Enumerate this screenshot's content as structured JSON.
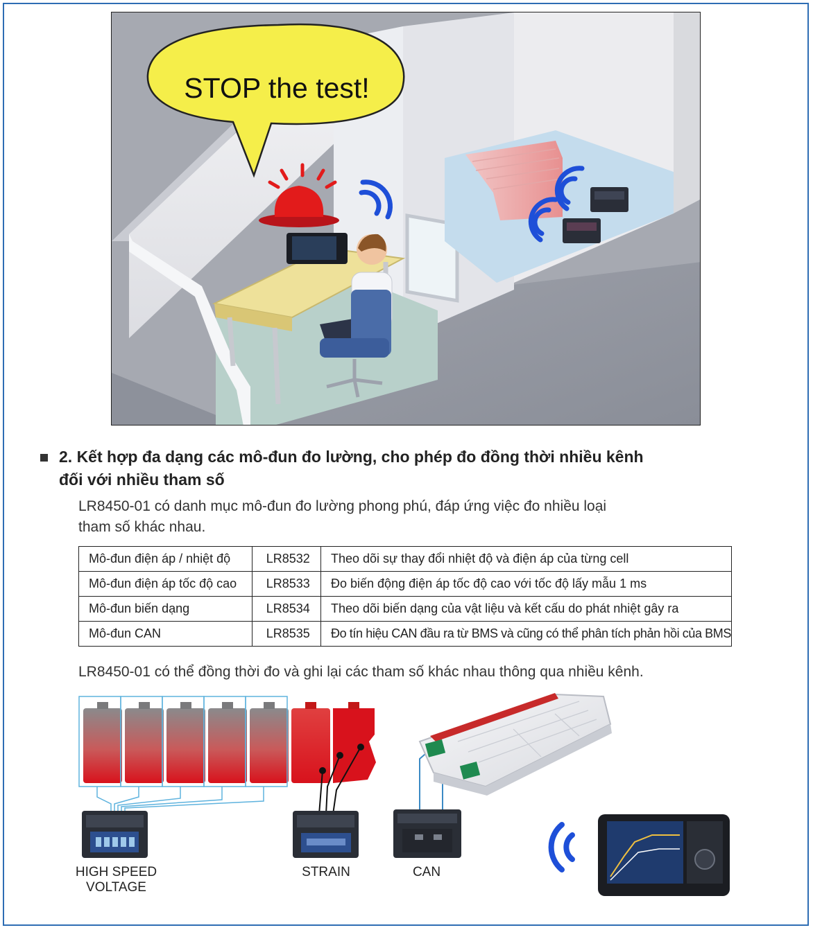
{
  "illustration": {
    "speech_bubble_text": "STOP the test!"
  },
  "section": {
    "heading_line1": "2. Kết hợp đa dạng các mô-đun đo lường, cho phép đo đồng thời nhiều kênh",
    "heading_line2": "đối với nhiều tham số",
    "intro_line1": "LR8450-01 có danh mục mô-đun đo lường phong phú, đáp ứng việc đo nhiều loại",
    "intro_line2": "tham số khác nhau.",
    "outro": "LR8450-01 có thể đồng thời đo và ghi lại các tham số khác nhau thông qua nhiều kênh."
  },
  "modules_table": {
    "rows": [
      {
        "name": "Mô-đun điện áp / nhiệt độ",
        "model": "LR8532",
        "description": "Theo dõi sự thay đổi nhiệt độ và điện áp của từng cell"
      },
      {
        "name": "Mô-đun điện áp tốc độ cao",
        "model": "LR8533",
        "description": "Đo biến động điện áp tốc độ cao với tốc độ lấy mẫu 1 ms"
      },
      {
        "name": "Mô-đun biến dạng",
        "model": "LR8534",
        "description": "Theo dõi biến dạng của vật liệu và kết cấu do phát nhiệt gây ra"
      },
      {
        "name": "Mô-đun CAN",
        "model": "LR8535",
        "description": "Đo tín hiệu CAN đầu ra từ BMS và cũng có thể phân tích phản hồi của BMS"
      }
    ]
  },
  "diagram_labels": {
    "high_speed_voltage_line1": "HIGH SPEED",
    "high_speed_voltage_line2": "VOLTAGE",
    "strain": "STRAIN",
    "can": "CAN"
  },
  "colors": {
    "frame_border": "#2e6db4",
    "bubble_fill": "#f5ee4a",
    "alarm_red": "#e21b1b",
    "wireless_blue": "#1e4fd8",
    "battery_red": "#d8121c"
  }
}
